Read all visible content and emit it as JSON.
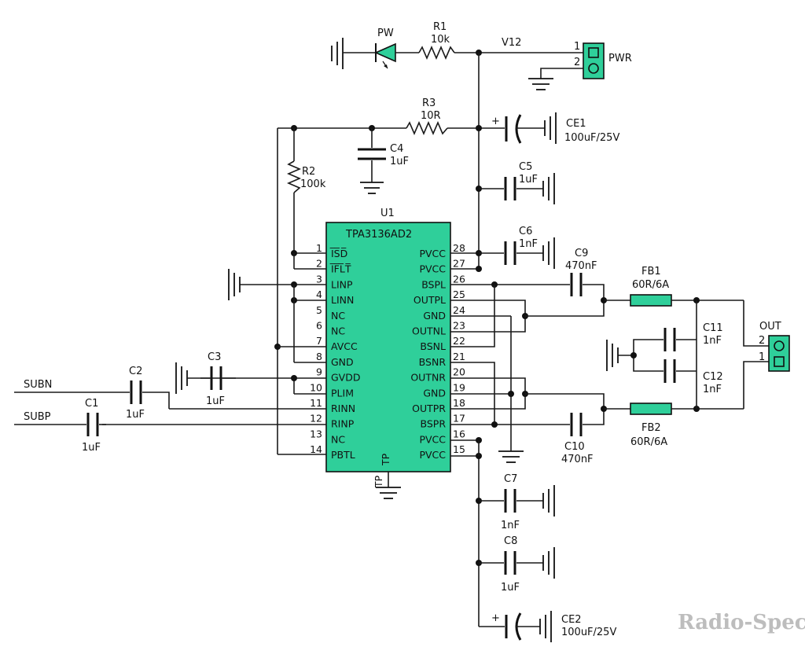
{
  "chip": {
    "ref": "U1",
    "part": "TPA3136AD2",
    "tp_label": "TP",
    "tp_pin": "TP",
    "left_pins": [
      {
        "num": "1",
        "name": "I̅S̅D̅"
      },
      {
        "num": "2",
        "name": "I̅F̅L̅T̅"
      },
      {
        "num": "3",
        "name": "LINP"
      },
      {
        "num": "4",
        "name": "LINN"
      },
      {
        "num": "5",
        "name": "NC"
      },
      {
        "num": "6",
        "name": "NC"
      },
      {
        "num": "7",
        "name": "AVCC"
      },
      {
        "num": "8",
        "name": "GND"
      },
      {
        "num": "9",
        "name": "GVDD"
      },
      {
        "num": "10",
        "name": "PLIM"
      },
      {
        "num": "11",
        "name": "RINN"
      },
      {
        "num": "12",
        "name": "RINP"
      },
      {
        "num": "13",
        "name": "NC"
      },
      {
        "num": "14",
        "name": "PBTL"
      }
    ],
    "right_pins": [
      {
        "num": "28",
        "name": "PVCC"
      },
      {
        "num": "27",
        "name": "PVCC"
      },
      {
        "num": "26",
        "name": "BSPL"
      },
      {
        "num": "25",
        "name": "OUTPL"
      },
      {
        "num": "24",
        "name": "GND"
      },
      {
        "num": "23",
        "name": "OUTNL"
      },
      {
        "num": "22",
        "name": "BSNL"
      },
      {
        "num": "21",
        "name": "BSNR"
      },
      {
        "num": "20",
        "name": "OUTNR"
      },
      {
        "num": "19",
        "name": "GND"
      },
      {
        "num": "18",
        "name": "OUTPR"
      },
      {
        "num": "17",
        "name": "BSPR"
      },
      {
        "num": "16",
        "name": "PVCC"
      },
      {
        "num": "15",
        "name": "PVCC"
      }
    ]
  },
  "components": {
    "pw": {
      "ref": "PW"
    },
    "r1": {
      "ref": "R1",
      "value": "10k"
    },
    "net_v12": "V12",
    "pwr": {
      "ref": "PWR",
      "pin1": "1",
      "pin2": "2"
    },
    "r3": {
      "ref": "R3",
      "value": "10R"
    },
    "ce1": {
      "ref": "CE1",
      "value": "100uF/25V",
      "plus": "+"
    },
    "c4": {
      "ref": "C4",
      "value": "1uF"
    },
    "r2": {
      "ref": "R2",
      "value": "100k"
    },
    "c5": {
      "ref": "C5",
      "value": "1uF"
    },
    "c6": {
      "ref": "C6",
      "value": "1nF"
    },
    "c9": {
      "ref": "C9",
      "value": "470nF"
    },
    "fb1": {
      "ref": "FB1",
      "value": "60R/6A"
    },
    "c11": {
      "ref": "C11",
      "value": "1nF"
    },
    "c12": {
      "ref": "C12",
      "value": "1nF"
    },
    "out": {
      "ref": "OUT",
      "pin1": "1",
      "pin2": "2"
    },
    "fb2": {
      "ref": "FB2",
      "value": "60R/6A"
    },
    "c10": {
      "ref": "C10",
      "value": "470nF"
    },
    "c3": {
      "ref": "C3",
      "value": "1uF"
    },
    "c2": {
      "ref": "C2",
      "value": "1uF"
    },
    "c1": {
      "ref": "C1",
      "value": "1uF"
    },
    "subn": "SUBN",
    "subp": "SUBP",
    "c7": {
      "ref": "C7",
      "value": "1nF"
    },
    "c8": {
      "ref": "C8",
      "value": "1uF"
    },
    "ce2": {
      "ref": "CE2",
      "value": "100uF/25V",
      "plus": "+"
    }
  },
  "watermark": "Radio-Spec",
  "colors": {
    "chip": "#2fcf9a",
    "wire": "#1a1a1a",
    "watermark": "#bdbdbd"
  }
}
